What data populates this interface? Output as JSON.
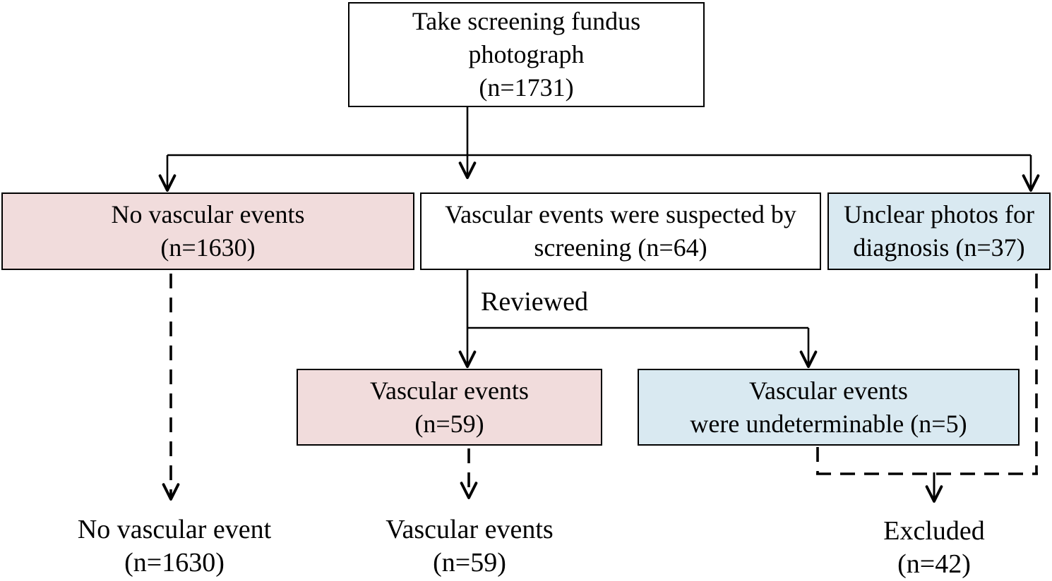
{
  "nodes": {
    "screening": {
      "lines": [
        "Take screening fundus",
        "photograph",
        "(n=1731)"
      ],
      "fill": "#ffffff"
    },
    "no_vascular_events": {
      "lines": [
        "No vascular events",
        "(n=1630)"
      ],
      "fill": "#f1dcdc"
    },
    "suspected": {
      "lines": [
        "Vascular events were suspected by",
        "screening (n=64)"
      ],
      "fill": "#ffffff"
    },
    "unclear_photos": {
      "lines": [
        "Unclear photos for",
        "diagnosis (n=37)"
      ],
      "fill": "#d9e9f1"
    },
    "vascular_events": {
      "lines": [
        "Vascular events",
        "(n=59)"
      ],
      "fill": "#f1dcdc"
    },
    "undeterminable": {
      "lines": [
        "Vascular events",
        "were undeterminable (n=5)"
      ],
      "fill": "#d9e9f1"
    }
  },
  "terminals": {
    "no_vascular_event_final": {
      "lines": [
        "No vascular event",
        "(n=1630)"
      ]
    },
    "vascular_events_final": {
      "lines": [
        "Vascular events",
        "(n=59)"
      ]
    },
    "excluded": {
      "lines": [
        "Excluded",
        "(n=42)"
      ]
    }
  },
  "edge_labels": {
    "reviewed": "Reviewed"
  },
  "flow": {
    "solid_edges": [
      "screening -> no_vascular_events",
      "screening -> suspected",
      "screening -> unclear_photos",
      "suspected -> vascular_events (Reviewed)",
      "suspected -> undeterminable (Reviewed)"
    ],
    "dashed_edges": [
      "no_vascular_events -> no_vascular_event_final",
      "vascular_events -> vascular_events_final",
      "undeterminable -> excluded",
      "unclear_photos -> excluded"
    ]
  },
  "colors": {
    "pink_fill": "#f1dcdc",
    "blue_fill": "#d9e9f1",
    "line": "#000000",
    "background": "#ffffff"
  }
}
